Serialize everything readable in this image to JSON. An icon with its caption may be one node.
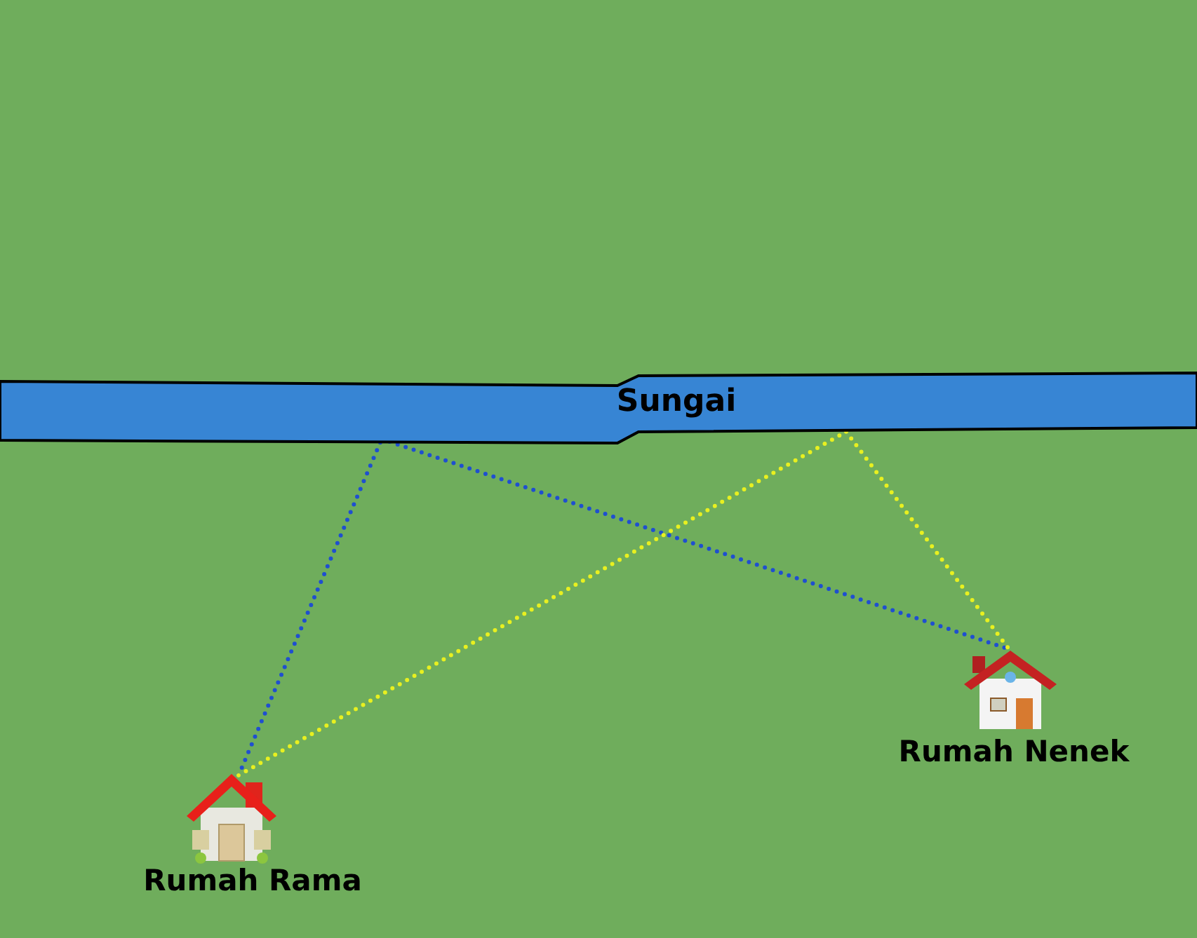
{
  "diagram": {
    "nodes": [
      {
        "text": [
          "Sungai"
        ]
      },
      {
        "text": [
          "Rumah Rama"
        ]
      },
      {
        "text": [
          "Rumah Nenek"
        ]
      }
    ],
    "edges": [
      {
        "from": 1,
        "to": 0,
        "arrow": "none",
        "style": "dashed",
        "color": "#1f4fd0"
      },
      {
        "from": 0,
        "to": 2,
        "arrow": "none",
        "style": "dashed",
        "color": "#1f4fd0"
      },
      {
        "from": 1,
        "to": 0,
        "arrow": "none",
        "style": "dashed",
        "color": "#e8f020"
      },
      {
        "from": 0,
        "to": 2,
        "arrow": "none",
        "style": "dashed",
        "color": "#e8f020"
      }
    ]
  }
}
